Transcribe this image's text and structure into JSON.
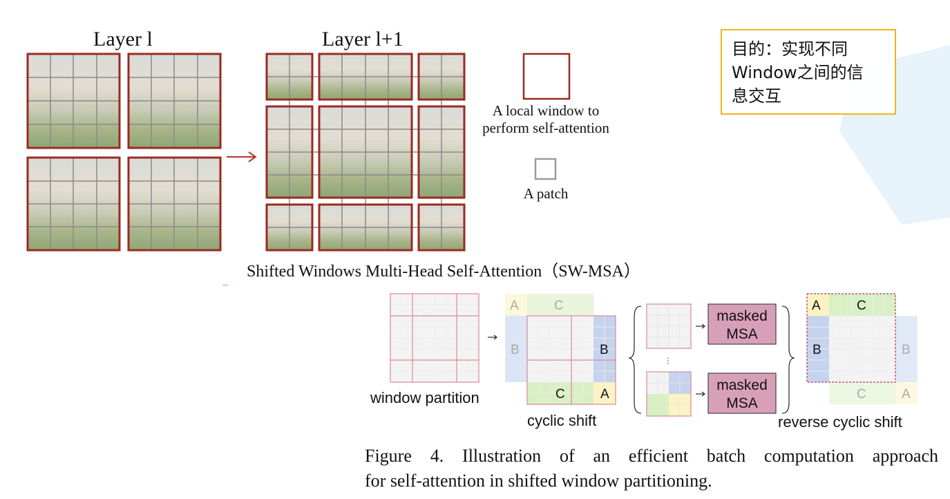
{
  "layer_l_title": "Layer l",
  "layer_l1_title": "Layer l+1",
  "legend": {
    "window_label_line1": "A local window to",
    "window_label_line2": "perform self-attention",
    "patch_label": "A patch"
  },
  "swmsa_caption": "Shifted Windows Multi-Head Self-Attention（SW-MSA）",
  "note": {
    "line1": "目的：实现不同",
    "line2": "Window之间的信",
    "line3": "息交互"
  },
  "process": {
    "window_partition": "window partition",
    "cyclic_shift": "cyclic shift",
    "masked_msa_line1": "masked",
    "masked_msa_line2": "MSA",
    "ellipsis": "⋮",
    "reverse_cyclic_shift": "reverse cyclic shift",
    "region_a": "A",
    "region_b": "B",
    "region_c": "C"
  },
  "figure_caption": {
    "line1": "Figure 4. Illustration of an efficient batch computation approach",
    "line2": "for self-attention in shifted window partitioning."
  },
  "colors": {
    "window_border": "#9b2a22",
    "arrow": "#b03a2e",
    "note_border": "#f2b318",
    "region_a": "#fbf3c2",
    "region_b": "#c5d3ee",
    "region_c": "#d9efc4",
    "masked_box": "#d8a0b8",
    "grid_line": "#e0a0ae"
  },
  "icons": [
    "right-arrow-icon",
    "brace-left-icon",
    "brace-right-icon"
  ]
}
